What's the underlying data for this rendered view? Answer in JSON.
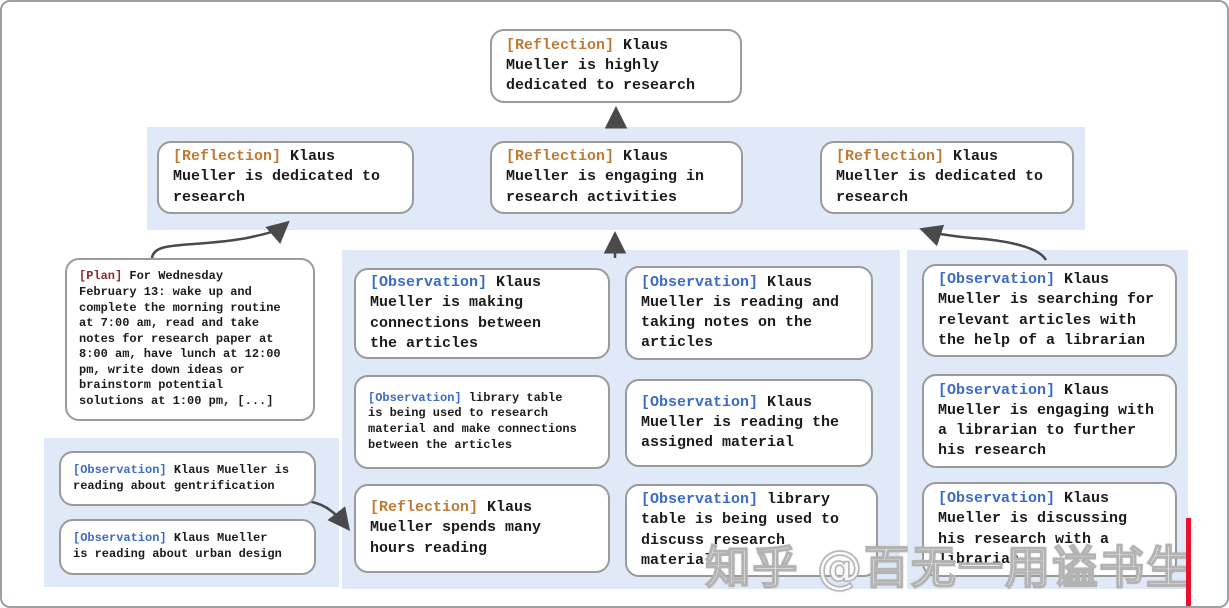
{
  "watermark": {
    "text": "知乎 @百无一用谥书生"
  },
  "colors": {
    "reflection_tag": "#bf7b35",
    "observation_tag": "#3b6bc6",
    "plan_tag": "#8b2a2a",
    "band": "#dfe9f7",
    "node_border": "#9a9a9a",
    "arrow": "#4a4a4a",
    "text": "#1b1b1b",
    "red_line": "#e8112d"
  },
  "nodes": {
    "root": {
      "tag": "[Reflection]",
      "text": "Klaus\nMueller is highly\ndedicated to research"
    },
    "refl_left": {
      "tag": "[Reflection]",
      "text": "Klaus\nMueller is dedicated to\nresearch"
    },
    "refl_mid": {
      "tag": "[Reflection]",
      "text": "Klaus\nMueller is engaging in\nresearch activities"
    },
    "refl_right": {
      "tag": "[Reflection]",
      "text": "Klaus\nMueller is dedicated to\nresearch"
    },
    "plan": {
      "tag": "[Plan]",
      "text": "For Wednesday\nFebruary 13: wake up and\ncomplete the morning routine\nat 7:00 am, read and take\nnotes for research paper at\n8:00 am, have lunch at 12:00\npm, write down ideas or\nbrainstorm potential\nsolutions at 1:00 pm, [...]"
    },
    "obs_gentrification": {
      "tag": "[Observation]",
      "text": "Klaus Mueller is\nreading about gentrification"
    },
    "obs_urban_design": {
      "tag": "[Observation]",
      "text": "Klaus Mueller\nis reading about urban design"
    },
    "obs_connections": {
      "tag": "[Observation]",
      "text": "Klaus\nMueller is making\nconnections between\nthe articles"
    },
    "obs_library_table_research": {
      "tag": "[Observation]",
      "text": "library table\nis being used to research\nmaterial and make connections\nbetween the articles"
    },
    "refl_hours_reading": {
      "tag": "[Reflection]",
      "text": "Klaus\nMueller spends many\nhours reading"
    },
    "obs_reading_notes": {
      "tag": "[Observation]",
      "text": "Klaus\nMueller is reading and\ntaking notes on the\narticles"
    },
    "obs_assigned_material": {
      "tag": "[Observation]",
      "text": "Klaus\nMueller is reading the\nassigned material"
    },
    "obs_library_table_discuss": {
      "tag": "[Observation]",
      "text": "library\ntable is being used to\ndiscuss research material"
    },
    "obs_searching_articles": {
      "tag": "[Observation]",
      "text": "Klaus\nMueller is searching for\nrelevant articles with\nthe help of a librarian"
    },
    "obs_engaging_librarian": {
      "tag": "[Observation]",
      "text": "Klaus\nMueller is engaging with\na librarian to further\nhis research"
    },
    "obs_discussing_research": {
      "tag": "[Observation]",
      "text": "Klaus\nMueller is discussing\nhis research with a\nlibrarian"
    }
  }
}
